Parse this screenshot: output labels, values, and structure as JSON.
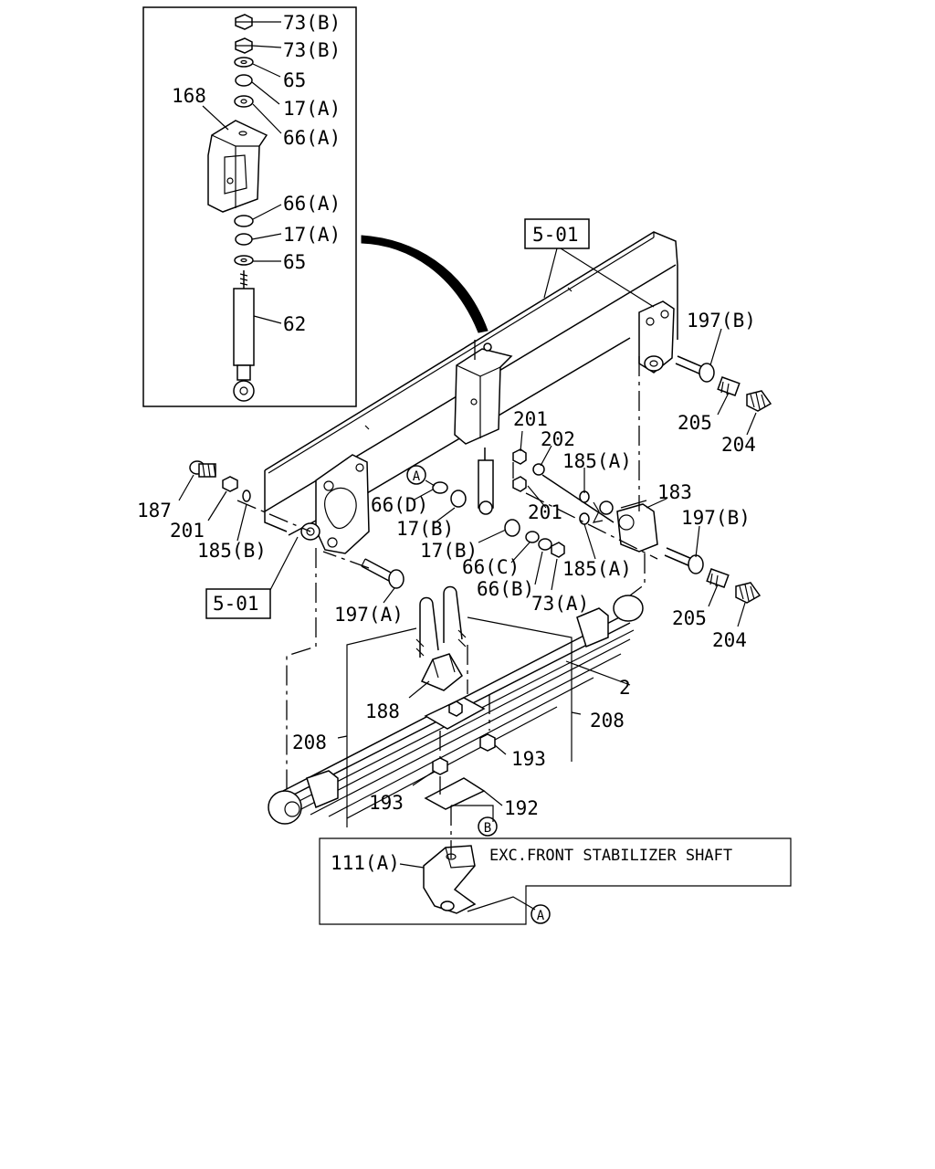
{
  "labels": {
    "l73b_1": "73(B)",
    "l73b_2": "73(B)",
    "l65_top": "65",
    "l17a_top": "17(A)",
    "l66a_top": "66(A)",
    "l168": "168",
    "l66a_mid": "66(A)",
    "l17a_mid": "17(A)",
    "l65_mid": "65",
    "l62": "62",
    "l501_top": "5-01",
    "l197b_top": "197(B)",
    "l205_top": "205",
    "l204_top": "204",
    "l201_top": "201",
    "l202": "202",
    "l185a_top": "185(A)",
    "l201_mid": "201",
    "l183": "183",
    "l197b_mid": "197(B)",
    "l187": "187",
    "l201_left": "201",
    "l185b": "185(B)",
    "l66d": "66(D)",
    "l17b_1": "17(B)",
    "l17b_2": "17(B)",
    "l66c": "66(C)",
    "l66b": "66(B)",
    "l73a": "73(A)",
    "l185a_bot": "185(A)",
    "l501_left": "5-01",
    "l197a": "197(A)",
    "l205_bot": "205",
    "l204_bot": "204",
    "l2": "2",
    "l188": "188",
    "l208_left": "208",
    "l208_right": "208",
    "l193_right": "193",
    "l193_left": "193",
    "l192": "192",
    "l111a": "111(A)"
  },
  "callouts": {
    "a_upper": "A",
    "b": "B",
    "a_lower": "A"
  },
  "note": "EXC.FRONT STABILIZER SHAFT"
}
